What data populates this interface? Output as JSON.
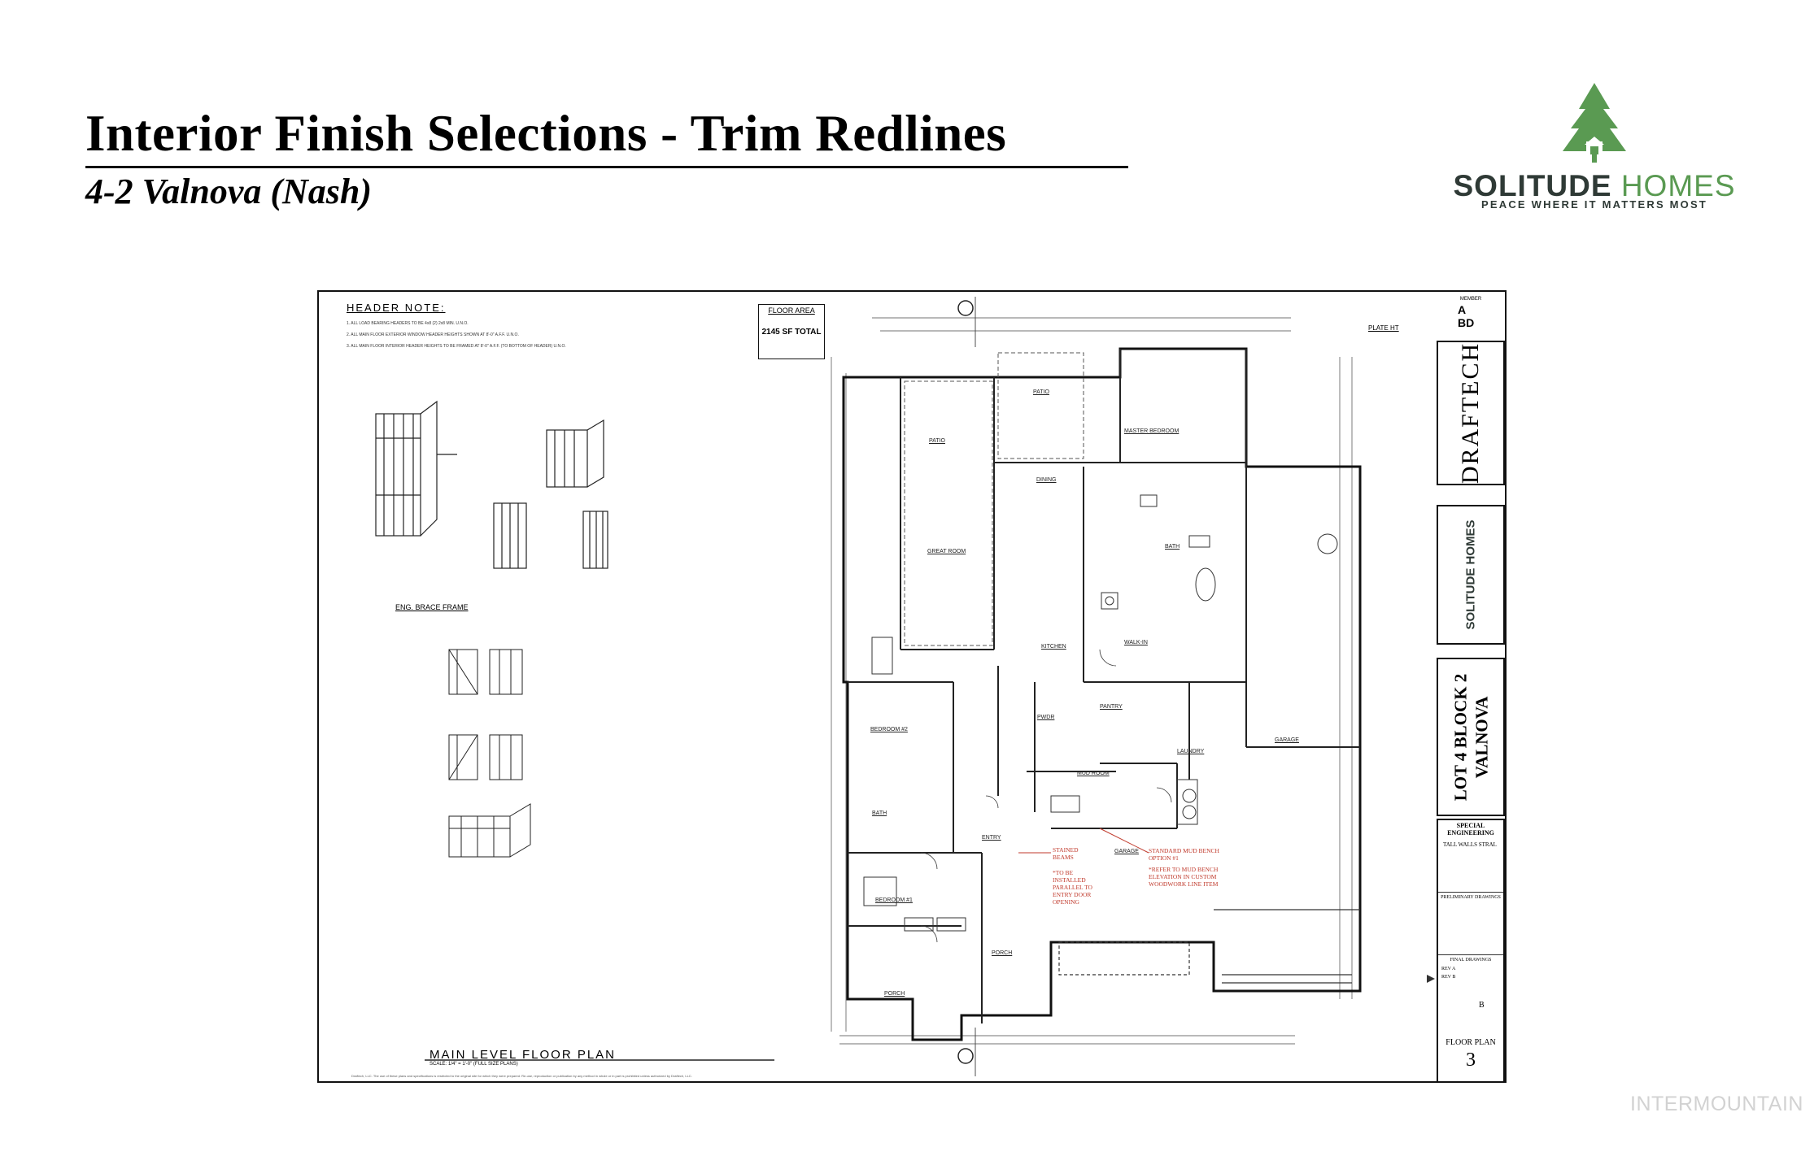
{
  "page": {
    "title": "Interior Finish Selections - Trim Redlines",
    "subtitle": "4-2 Valnova (Nash)"
  },
  "logo": {
    "name_part1": "SOLITUDE",
    "name_part2": "HOMES",
    "tagline": "PEACE WHERE IT MATTERS MOST",
    "icon": "pine-tree-house-icon",
    "colors": {
      "tree": "#5a9a52",
      "text": "#2f3a36"
    }
  },
  "sheet": {
    "header_note_title": "HEADER NOTE:",
    "notes": [
      "1. ALL LOAD BEARING HEADERS TO BE 4x8 (2) 2x8 MIN. U.N.O.",
      "2. ALL MAIN FLOOR EXTERIOR WINDOW HEADER HEIGHTS SHOWN AT 8'-0\" A.F.F. U.N.O.",
      "3. ALL MAIN FLOOR INTERIOR HEADER HEIGHTS TO BE FRAMED AT 8'-0\" A.F.F. (TO BOTTOM OF HEADER) U.N.O."
    ],
    "brace_frame_label": "ENG. BRACE FRAME",
    "floor_area": {
      "title": "FLOOR AREA",
      "total": "2145 SF TOTAL"
    },
    "plate_ht": "PLATE HT",
    "floor_plan_label": "MAIN LEVEL FLOOR PLAN",
    "floor_plan_scale": "SCALE: 1/4\" = 1'-0\" (FULL SIZE PLANS)",
    "rooms": {
      "patio_left": "PATIO",
      "patio_top": "PATIO",
      "master_bedroom": "MASTER BEDROOM",
      "dining": "DINING",
      "great_room": "GREAT ROOM",
      "kitchen": "KITCHEN",
      "walk_in": "WALK-IN",
      "bath_master": "BATH",
      "pantry": "PANTRY",
      "pwdr": "PWDR",
      "mud_room": "MUD ROOM",
      "laundry": "LAUNDRY",
      "garage_main": "GARAGE",
      "garage_option": "GARAGE",
      "bedroom_2": "BEDROOM #2",
      "bath": "BATH",
      "entry": "ENTRY",
      "bedroom_1": "BEDROOM #1",
      "porch_left": "PORCH",
      "porch_right": "PORCH"
    },
    "redlines": {
      "stained_beams": [
        "STAINED",
        "BEAMS"
      ],
      "parallel_note": [
        "*TO BE",
        "INSTALLED",
        "PARALLEL TO",
        "ENTRY DOOR",
        "OPENING"
      ],
      "mud_bench": [
        "STANDARD MUD BENCH",
        "OPTION #1"
      ],
      "refer_note": [
        "*REFER TO MUD BENCH",
        "ELEVATION IN CUSTOM",
        "WOODWORK LINE ITEM"
      ],
      "color": "#c0392b"
    },
    "footer_note": "Draftech, LLC. The use of these plans and specifications is restricted to the original site for which they were prepared. Re-use, reproduction or publication by any method in whole or in part is prohibited unless authorized by Draftech, LLC."
  },
  "titleblock": {
    "member": "MEMBER",
    "abd_top": "A",
    "abd_bottom": "BD",
    "draftech": "DRAFTECH",
    "solitude_homes": "SOLITUDE HOMES",
    "project": "LOT 4 BLOCK 2",
    "subdivision": "VALNOVA",
    "special_engineering": "SPECIAL ENGINEERING",
    "tall_walls": "TALL WALLS STRAL",
    "preliminary": "PRELIMINARY DRAWINGS",
    "final_drawings": "FINAL DRAWINGS",
    "rev_a": "REV A",
    "rev_b": "REV B",
    "rev_letter": "B",
    "sheet_title": "FLOOR PLAN",
    "sheet_number": "3"
  },
  "watermark": "INTERMOUNTAIN"
}
